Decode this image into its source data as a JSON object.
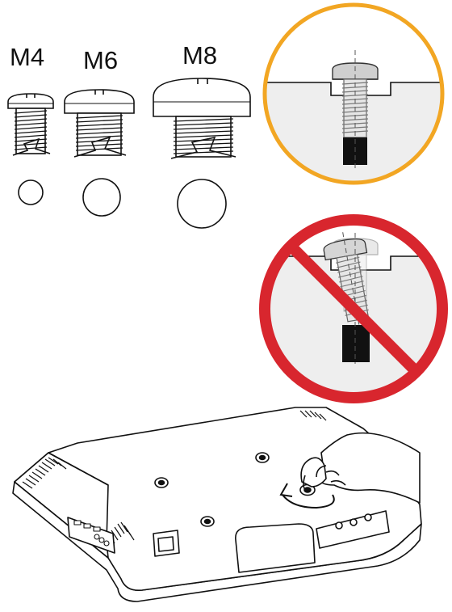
{
  "screw_labels": [
    "M4",
    "M6",
    "M8"
  ],
  "icons": {
    "correct": "correct-screw-insertion-icon",
    "incorrect": "prohibited-angled-screw-icon",
    "rotate": "rotate-arrow-icon",
    "hand": "hand-icon"
  },
  "colors": {
    "correct_ring": "#F2A623",
    "prohibited": "#D8262E",
    "panel_bg": "#EEEEEE",
    "screw_fill": "#DDDDDD",
    "thread_dark": "#111111"
  }
}
